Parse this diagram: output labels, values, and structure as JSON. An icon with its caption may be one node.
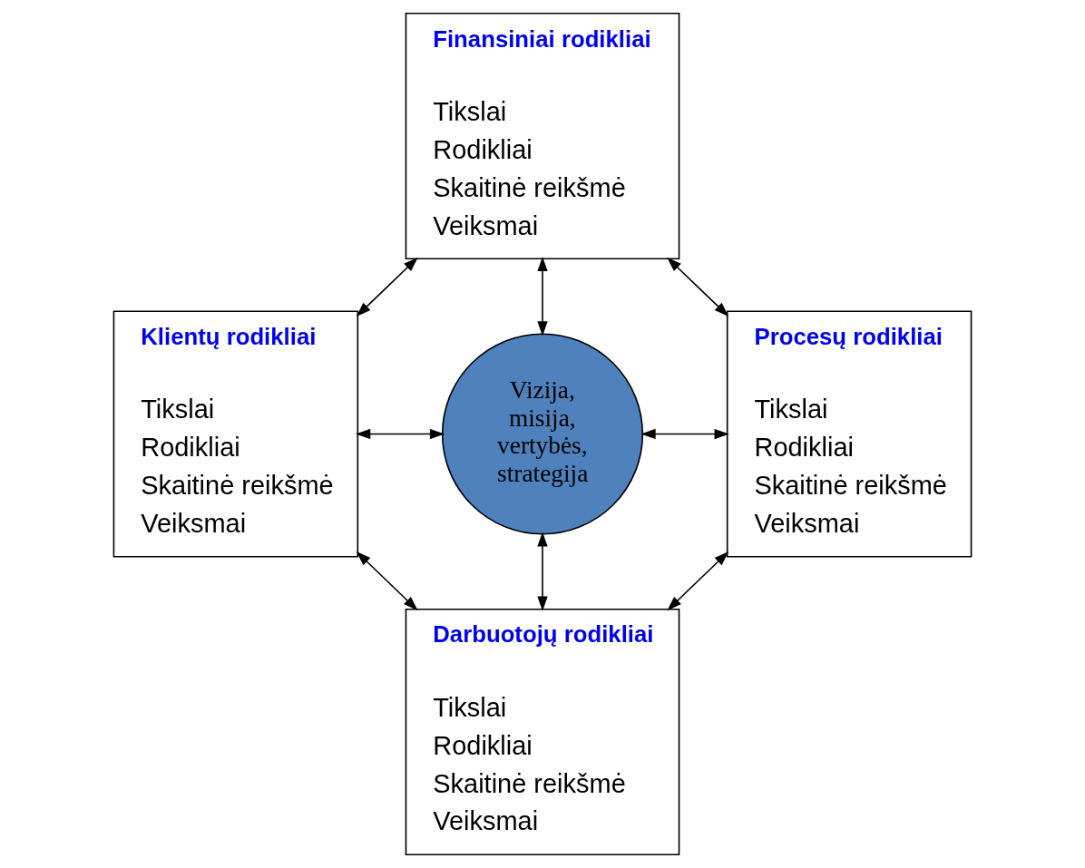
{
  "diagram": {
    "nodes": [
      {
        "text": [
          "Finansiniai rodikliai",
          "Tikslai",
          "Rodikliai",
          "Skaitinė reikšmė",
          "Veiksmai"
        ]
      },
      {
        "text": [
          "Klientų rodikliai",
          "Tikslai",
          "Rodikliai",
          "Skaitinė reikšmė",
          "Veiksmai"
        ]
      },
      {
        "text": [
          "Vizija, misija, vertybės, strategija"
        ]
      },
      {
        "text": [
          "Procesų rodikliai",
          "Tikslai",
          "Rodikliai",
          "Skaitinė reikšmė",
          "Veiksmai"
        ]
      },
      {
        "text": [
          "Darbuotojų rodikliai",
          "Tikslai",
          "Rodikliai",
          "Skaitinė reikšmė",
          "Veiksmai"
        ]
      }
    ],
    "edges": [
      {
        "from": 0,
        "to": 1,
        "arrow": "both"
      },
      {
        "from": 0,
        "to": 3,
        "arrow": "both"
      },
      {
        "from": 0,
        "to": 2,
        "arrow": "both"
      },
      {
        "from": 1,
        "to": 2,
        "arrow": "both"
      },
      {
        "from": 2,
        "to": 3,
        "arrow": "both"
      },
      {
        "from": 2,
        "to": 4,
        "arrow": "both"
      },
      {
        "from": 1,
        "to": 4,
        "arrow": "both"
      },
      {
        "from": 3,
        "to": 4,
        "arrow": "both"
      }
    ]
  }
}
